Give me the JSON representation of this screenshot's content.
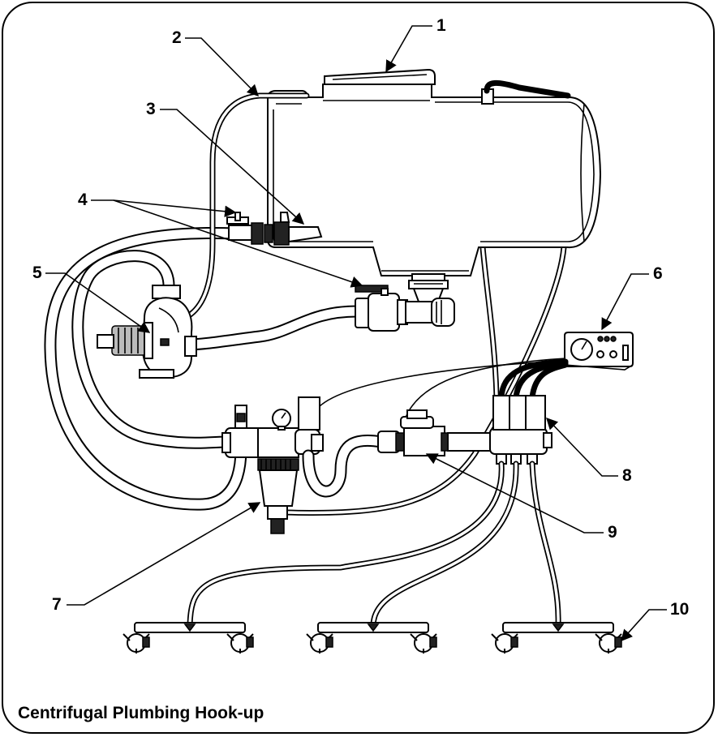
{
  "caption": "Centrifugal Plumbing Hook-up",
  "callouts": [
    {
      "id": "1",
      "label": "1"
    },
    {
      "id": "2",
      "label": "2"
    },
    {
      "id": "3",
      "label": "3"
    },
    {
      "id": "4",
      "label": "4"
    },
    {
      "id": "5",
      "label": "5"
    },
    {
      "id": "6",
      "label": "6"
    },
    {
      "id": "7",
      "label": "7"
    },
    {
      "id": "8",
      "label": "8"
    },
    {
      "id": "9",
      "label": "9"
    },
    {
      "id": "10",
      "label": "10"
    }
  ],
  "colors": {
    "line": "#000000",
    "background": "#ffffff",
    "shading": "#bbbbbb"
  }
}
